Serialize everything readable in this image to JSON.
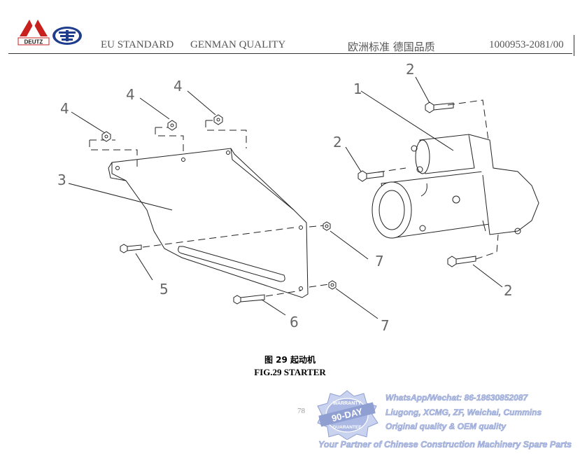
{
  "header": {
    "deutz_logo_text": "DEUTZ",
    "standard": "EU STANDARD",
    "quality": "GENMAN QUALITY",
    "cn_quality": "欧洲标准  德国品质",
    "doc_number": "1000953-2081/00"
  },
  "drawing": {
    "part_labels": [
      {
        "id": "1",
        "text": "1"
      },
      {
        "id": "2a",
        "text": "2"
      },
      {
        "id": "2b",
        "text": "2"
      },
      {
        "id": "2c",
        "text": "2"
      },
      {
        "id": "3",
        "text": "3"
      },
      {
        "id": "4a",
        "text": "4"
      },
      {
        "id": "4b",
        "text": "4"
      },
      {
        "id": "4c",
        "text": "4"
      },
      {
        "id": "5",
        "text": "5"
      },
      {
        "id": "6",
        "text": "6"
      },
      {
        "id": "7a",
        "text": "7"
      },
      {
        "id": "7b",
        "text": "7"
      }
    ]
  },
  "caption": {
    "cn": "图 29    起动机",
    "en": "FIG.29 STARTER"
  },
  "page_number": "78",
  "watermark": {
    "badge_top": "WARRANTY",
    "badge_main": "90-DAY",
    "badge_bottom": "GUARANTEE",
    "line1": "WhatsApp/Wechat: 86-18630852087",
    "line2": "Liugong, XCMG, ZF, Weichai, Cummins",
    "line3": "Original quality & OEM quality",
    "line4": "Your Partner of Chinese Construction Machinery Spare Parts"
  }
}
